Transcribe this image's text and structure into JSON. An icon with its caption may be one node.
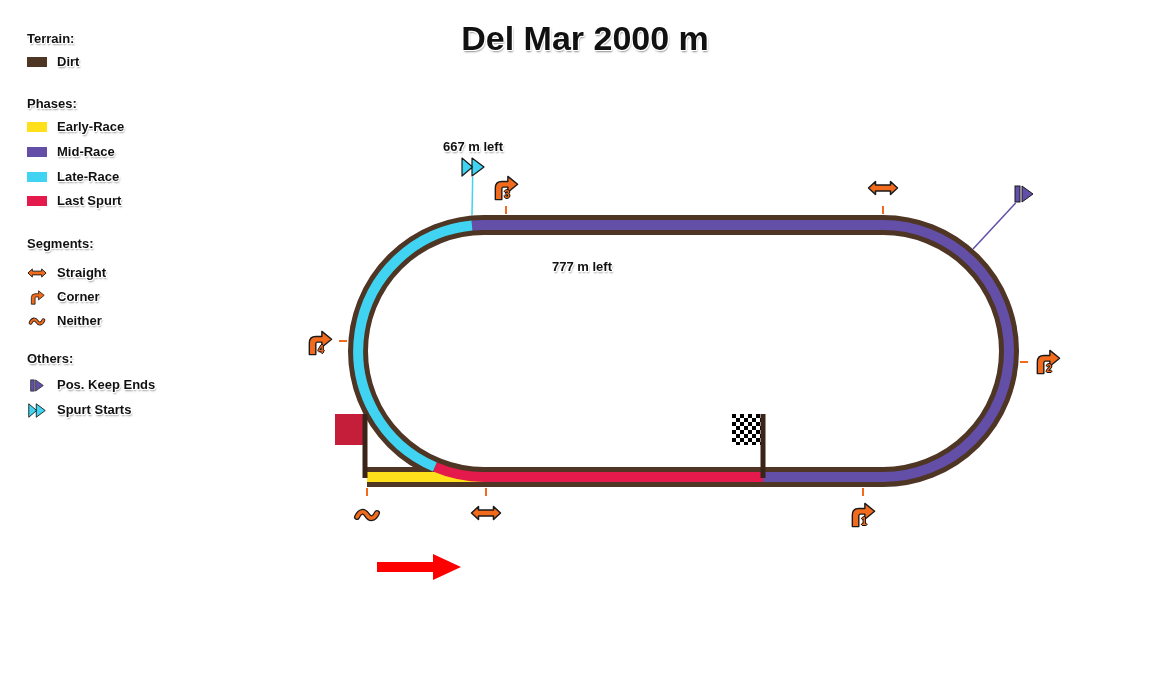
{
  "diagram": {
    "title": "Del Mar 2000 m",
    "nodes": [
      {
        "text": [
          "667 m left"
        ]
      },
      {
        "text": [],
        "shape": "picture"
      }
    ],
    "edges": [
      {
        "from": 0,
        "to": null,
        "arrow": "none",
        "color": "#40d4f2"
      },
      {
        "from": 1,
        "to": null,
        "arrow": "none",
        "color": "#634fa8"
      }
    ],
    "labels": [
      "Terrain:",
      "Phases:",
      "Segments:",
      "Others:",
      "3",
      "777 m left",
      "4",
      "2",
      "1"
    ],
    "legend": [
      {
        "text": "Dirt",
        "color": "#4e3524"
      },
      {
        "text": "Early-Race",
        "color": "#ffe01a"
      },
      {
        "text": "Mid-Race",
        "color": "#634fa8"
      },
      {
        "text": "Late-Race",
        "color": "#40d4f2"
      },
      {
        "text": "Last Spurt",
        "color": "#e31a4b"
      },
      {
        "text": "Straight"
      },
      {
        "text": "Corner"
      },
      {
        "text": "Neither"
      },
      {
        "text": "Pos. Keep Ends"
      },
      {
        "text": "Spurt Starts"
      }
    ]
  }
}
